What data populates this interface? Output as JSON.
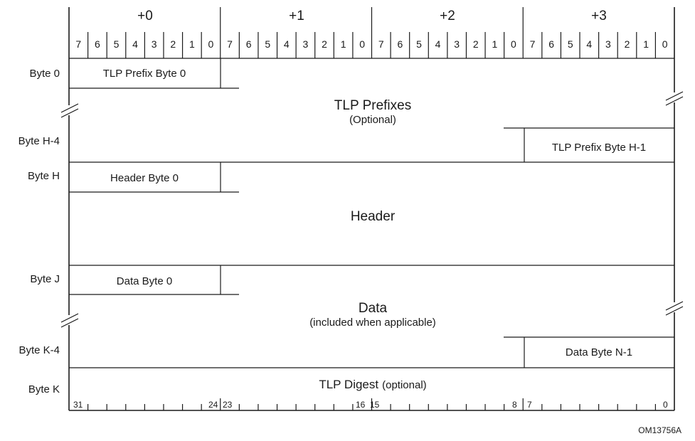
{
  "header": {
    "byte_offsets": [
      "+0",
      "+1",
      "+2",
      "+3"
    ],
    "bit_labels": [
      "7",
      "6",
      "5",
      "4",
      "3",
      "2",
      "1",
      "0"
    ]
  },
  "row_labels": {
    "byte0": "Byte 0",
    "byteH4": "Byte H-4",
    "byteH": "Byte H",
    "byteJ": "Byte J",
    "byteK4": "Byte K-4",
    "byteK": "Byte K"
  },
  "fields": {
    "tlp_prefix_byte0": "TLP Prefix Byte 0",
    "tlp_prefixes": "TLP Prefixes",
    "tlp_prefixes_note": "(Optional)",
    "tlp_prefix_byte_h1": "TLP Prefix Byte H-1",
    "header_byte0": "Header Byte 0",
    "header": "Header",
    "data_byte0": "Data Byte 0",
    "data": "Data",
    "data_note": "(included when applicable)",
    "data_byte_n1": "Data Byte N-1",
    "tlp_digest": "TLP Digest",
    "tlp_digest_note": "(optional)"
  },
  "digest_ruler": {
    "b31": "31",
    "b24": "24",
    "b23": "23",
    "b16": "16",
    "b15": "15",
    "b8": "8",
    "b7": "7",
    "b0": "0"
  },
  "figure_id": "OM13756A"
}
